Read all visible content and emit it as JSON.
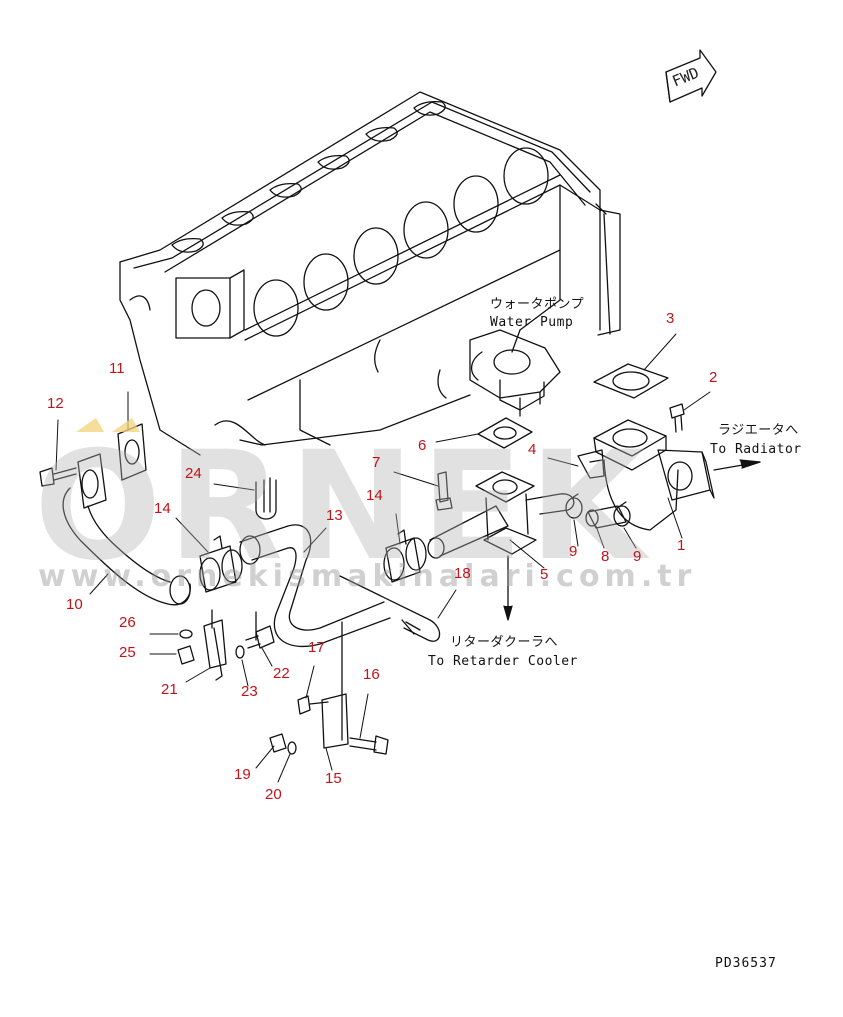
{
  "watermark": {
    "brand": "ORNEK",
    "url": "www.ornekismakinalari.com.tr",
    "accent_color": "#f2d27a"
  },
  "fwd_label": "FWD",
  "notes": {
    "water_pump_jp": "ウォータポンプ",
    "water_pump_en": "Water Pump",
    "radiator_jp": "ラジエータへ",
    "radiator_en": "To Radiator",
    "retarder_jp": "リターダクーラへ",
    "retarder_en": "To Retarder Cooler"
  },
  "callout_color": "#c0141b",
  "callouts": [
    {
      "id": "c1",
      "label": "1"
    },
    {
      "id": "c2",
      "label": "2"
    },
    {
      "id": "c3",
      "label": "3"
    },
    {
      "id": "c4",
      "label": "4"
    },
    {
      "id": "c5",
      "label": "5"
    },
    {
      "id": "c6",
      "label": "6"
    },
    {
      "id": "c7",
      "label": "7"
    },
    {
      "id": "c8",
      "label": "8"
    },
    {
      "id": "c9a",
      "label": "9"
    },
    {
      "id": "c9b",
      "label": "9"
    },
    {
      "id": "c10",
      "label": "10"
    },
    {
      "id": "c11",
      "label": "11"
    },
    {
      "id": "c12",
      "label": "12"
    },
    {
      "id": "c13",
      "label": "13"
    },
    {
      "id": "c14a",
      "label": "14"
    },
    {
      "id": "c14b",
      "label": "14"
    },
    {
      "id": "c15",
      "label": "15"
    },
    {
      "id": "c16",
      "label": "16"
    },
    {
      "id": "c17",
      "label": "17"
    },
    {
      "id": "c18",
      "label": "18"
    },
    {
      "id": "c19",
      "label": "19"
    },
    {
      "id": "c20",
      "label": "20"
    },
    {
      "id": "c21",
      "label": "21"
    },
    {
      "id": "c22",
      "label": "22"
    },
    {
      "id": "c23",
      "label": "23"
    },
    {
      "id": "c24",
      "label": "24"
    },
    {
      "id": "c25",
      "label": "25"
    },
    {
      "id": "c26",
      "label": "26"
    }
  ],
  "drawing_code": "PD36537"
}
